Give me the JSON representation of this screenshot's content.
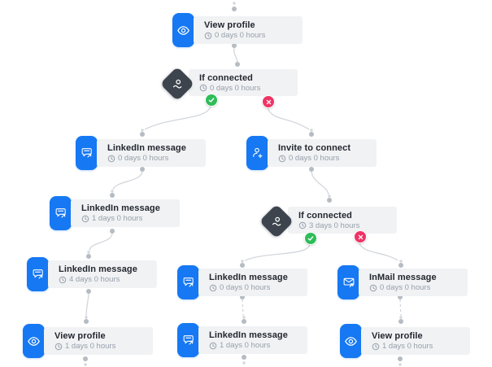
{
  "colors": {
    "canvas_bg": "#ffffff",
    "card_bg": "#f0f2f4",
    "action_icon_bg": "#1678f2",
    "condition_icon_bg": "#3d444d",
    "success": "#2ebd59",
    "failure": "#ee3466",
    "connector": "#cfd3d9",
    "title_text": "#23272f",
    "delay_text": "#98a0aa"
  },
  "icons": {
    "action_view": "eye-icon",
    "action_message": "chat-message-icon",
    "action_invite": "person-add-icon",
    "action_inmail": "envelope-send-icon",
    "condition": "connection-person-icon",
    "delay": "clock-icon",
    "success": "check-icon",
    "failure": "x-icon"
  },
  "nodes": [
    {
      "title": "View profile",
      "delay": "0 days 0 hours",
      "type": "action",
      "icon": "eye-icon"
    },
    {
      "title": "If connected",
      "delay": "0 days 0 hours",
      "type": "condition",
      "icon": "connection-person-icon"
    },
    {
      "title": "LinkedIn message",
      "delay": "0 days 0 hours",
      "type": "action",
      "icon": "chat-message-icon"
    },
    {
      "title": "Invite to connect",
      "delay": "0 days 0 hours",
      "type": "action",
      "icon": "person-add-icon"
    },
    {
      "title": "LinkedIn message",
      "delay": "1 days 0 hours",
      "type": "action",
      "icon": "chat-message-icon"
    },
    {
      "title": "LinkedIn message",
      "delay": "4 days 0 hours",
      "type": "action",
      "icon": "chat-message-icon"
    },
    {
      "title": "View profile",
      "delay": "1 days 0 hours",
      "type": "action",
      "icon": "eye-icon"
    },
    {
      "title": "If connected",
      "delay": "3 days 0 hours",
      "type": "condition",
      "icon": "connection-person-icon"
    },
    {
      "title": "LinkedIn message",
      "delay": "0 days 0 hours",
      "type": "action",
      "icon": "chat-message-icon"
    },
    {
      "title": "InMail message",
      "delay": "0 days 0 hours",
      "type": "action",
      "icon": "envelope-send-icon"
    },
    {
      "title": "LinkedIn message",
      "delay": "1 days 0 hours",
      "type": "action",
      "icon": "chat-message-icon"
    },
    {
      "title": "View profile",
      "delay": "1 days 0 hours",
      "type": "action",
      "icon": "eye-icon"
    }
  ]
}
